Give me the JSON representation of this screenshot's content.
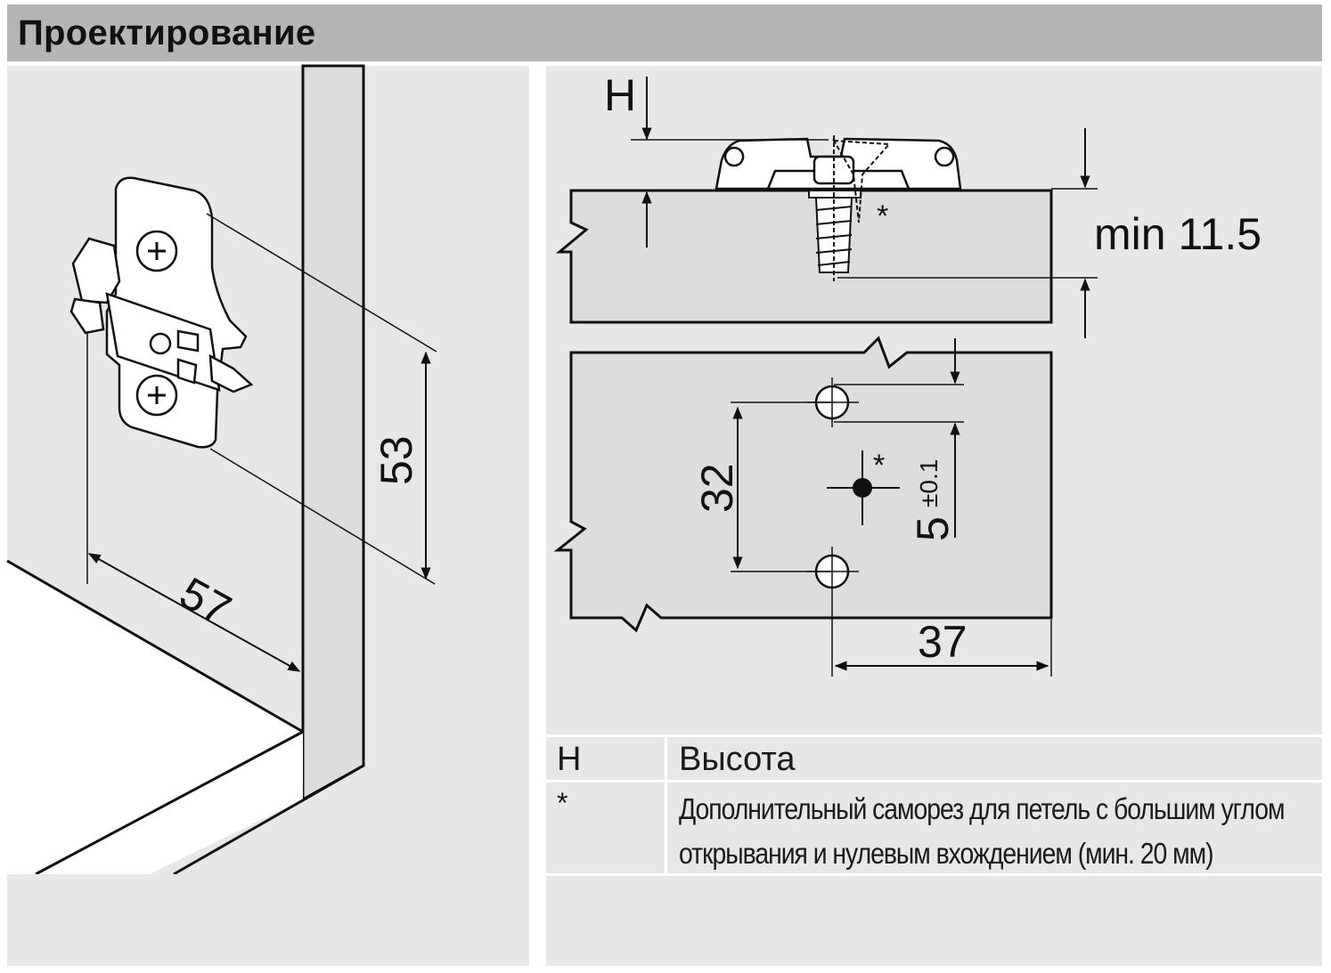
{
  "header": {
    "title": "Проектирование"
  },
  "left_drawing": {
    "dim_height": "53",
    "dim_width": "57"
  },
  "right_drawing": {
    "label_h": "H",
    "label_min": "min 11.5",
    "screw_marker": "*",
    "dim_spacing": "32",
    "dim_offset": "5",
    "dim_tolerance": "±0.1",
    "dim_edge": "37",
    "center_marker": "*"
  },
  "legend": {
    "rows": [
      {
        "key": "H",
        "text": "Высота"
      },
      {
        "key": "*",
        "text_lines": [
          "Дополнительный саморез для петель с большим углом",
          "открывания и нулевым вхождением (мин. 20 мм)"
        ]
      }
    ]
  },
  "colors": {
    "header_bg": "#b3b5b7",
    "panel_bg": "#e6e7e8",
    "part_fill": "#dcddde",
    "line": "#1a1a1a"
  }
}
